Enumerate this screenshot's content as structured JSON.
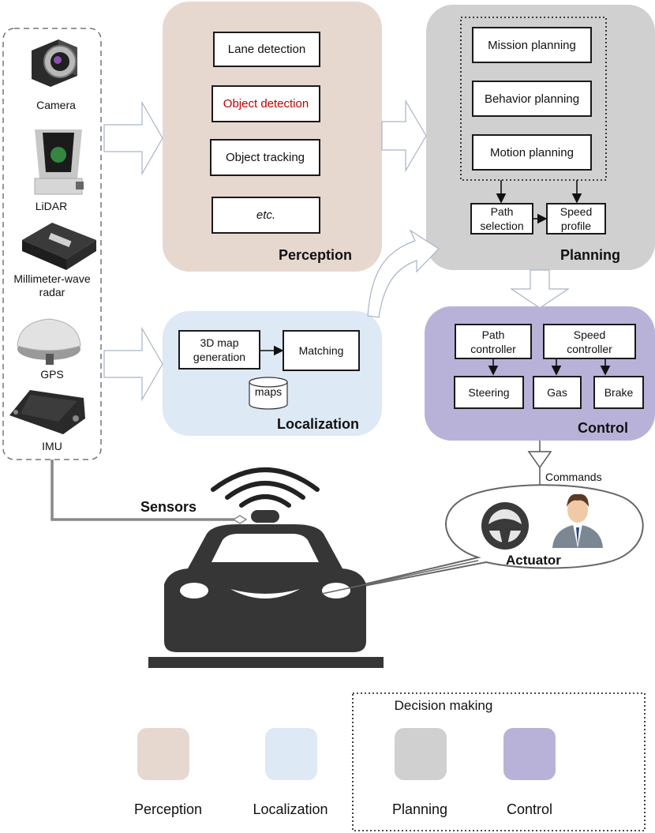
{
  "sensors": {
    "title": "Sensors",
    "items": [
      {
        "label": "Camera",
        "icon": "camera-icon"
      },
      {
        "label": "LiDAR",
        "icon": "lidar-icon"
      },
      {
        "label": "Millimeter-wave\nradar",
        "icon": "radar-icon"
      },
      {
        "label": "GPS",
        "icon": "gps-icon"
      },
      {
        "label": "IMU",
        "icon": "imu-icon"
      }
    ]
  },
  "perception": {
    "title": "Perception",
    "color": "#e7d8cf",
    "boxes": [
      "Lane detection",
      "Object detection",
      "Object tracking",
      "etc."
    ],
    "highlight_color": "#c00000"
  },
  "localization": {
    "title": "Localization",
    "color": "#dde9f5",
    "map_generation": "3D map\ngeneration",
    "matching": "Matching",
    "maps": "maps"
  },
  "planning": {
    "title": "Planning",
    "color": "#d0d0d0",
    "boxes": [
      "Mission planning",
      "Behavior planning",
      "Motion planning"
    ],
    "path_selection": "Path\nselection",
    "speed_profile": "Speed\nprofile"
  },
  "control": {
    "title": "Control",
    "color": "#b9b2d8",
    "path_controller": "Path\ncontroller",
    "speed_controller": "Speed\ncontroller",
    "steering": "Steering",
    "gas": "Gas",
    "brake": "Brake"
  },
  "commands_label": "Commands",
  "actuator_label": "Actuator",
  "legend": {
    "group_title": "Decision making",
    "items": [
      {
        "label": "Perception",
        "color": "#e7d8cf"
      },
      {
        "label": "Localization",
        "color": "#dde9f5"
      },
      {
        "label": "Planning",
        "color": "#d0d0d0"
      },
      {
        "label": "Control",
        "color": "#b9b2d8"
      }
    ]
  }
}
